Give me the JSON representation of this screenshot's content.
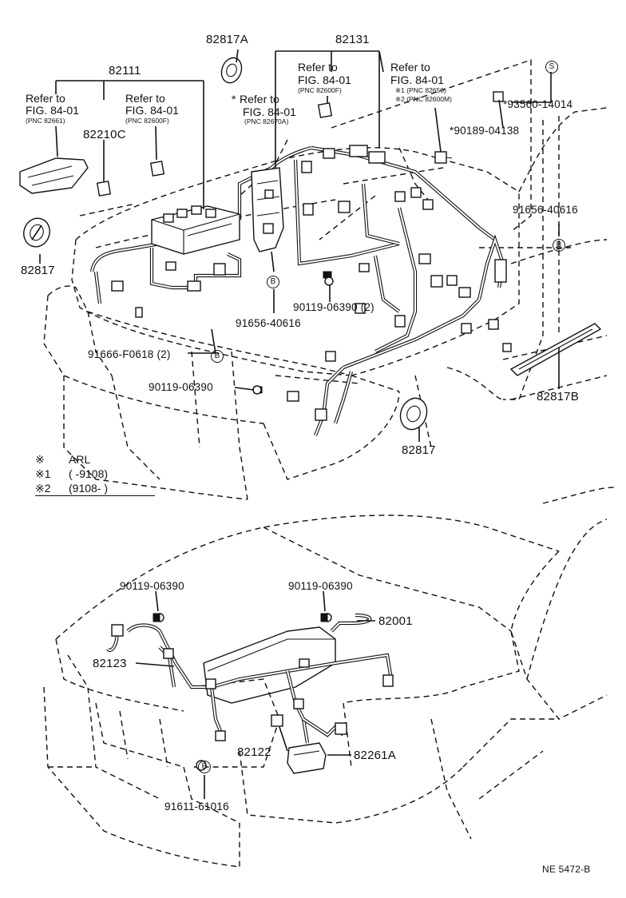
{
  "labels": {
    "p82111": "82111",
    "p82817A": "82817A",
    "p82131": "82131",
    "ref_left_a": "Refer to",
    "ref_left_b": "FIG. 84-01",
    "ref_left_pnc": "(PNC 82661)",
    "p82210C": "82210C",
    "ref_mid_a": "Refer to",
    "ref_mid_b": "FIG. 84-01",
    "ref_mid_pnc": "(PNC 82600F)",
    "ref_center_a": "Refer to",
    "ref_center_star": "*",
    "ref_center_b": "FIG. 84-01",
    "ref_center_pnc": "(PNC 82670A)",
    "ref_top_a": "Refer to",
    "ref_top_b": "FIG. 84-01",
    "ref_top_pnc": "(PNC 82600F)",
    "ref_right_a": "Refer to",
    "ref_right_b": "FIG. 84-01",
    "ref_right_pnc1": "※1 (PNC 82650)",
    "ref_right_pnc2": "※2 (PNC 82600M)",
    "marker_s": "S",
    "p93560": "*93560-14014",
    "p90189": "*90189-04138",
    "p91656_right": "91656-40616",
    "marker_b": "B",
    "p82817_left": "82817",
    "p90119_top": "90119-06390 (2)",
    "p91656_center": "91656-40616",
    "p91666": "91666-F0618 (2)",
    "p90119_mid": "90119-06390",
    "p82817B": "82817B",
    "p82817_bottom": "82817",
    "p90119_lower_left": "90119-06390",
    "p90119_lower_right": "90119-06390",
    "p82001": "82001",
    "p82123": "82123",
    "p82122": "82122",
    "p82261A": "82261A",
    "p91611": "91611-61016",
    "diagram_id": "NE 5472-B"
  },
  "legend": {
    "r0_sym": "※",
    "r0_text": "ARL",
    "r1_sym": "※1",
    "r1_text": "(        -9108)",
    "r2_sym": "※2",
    "r2_text": "(9108-           )"
  }
}
